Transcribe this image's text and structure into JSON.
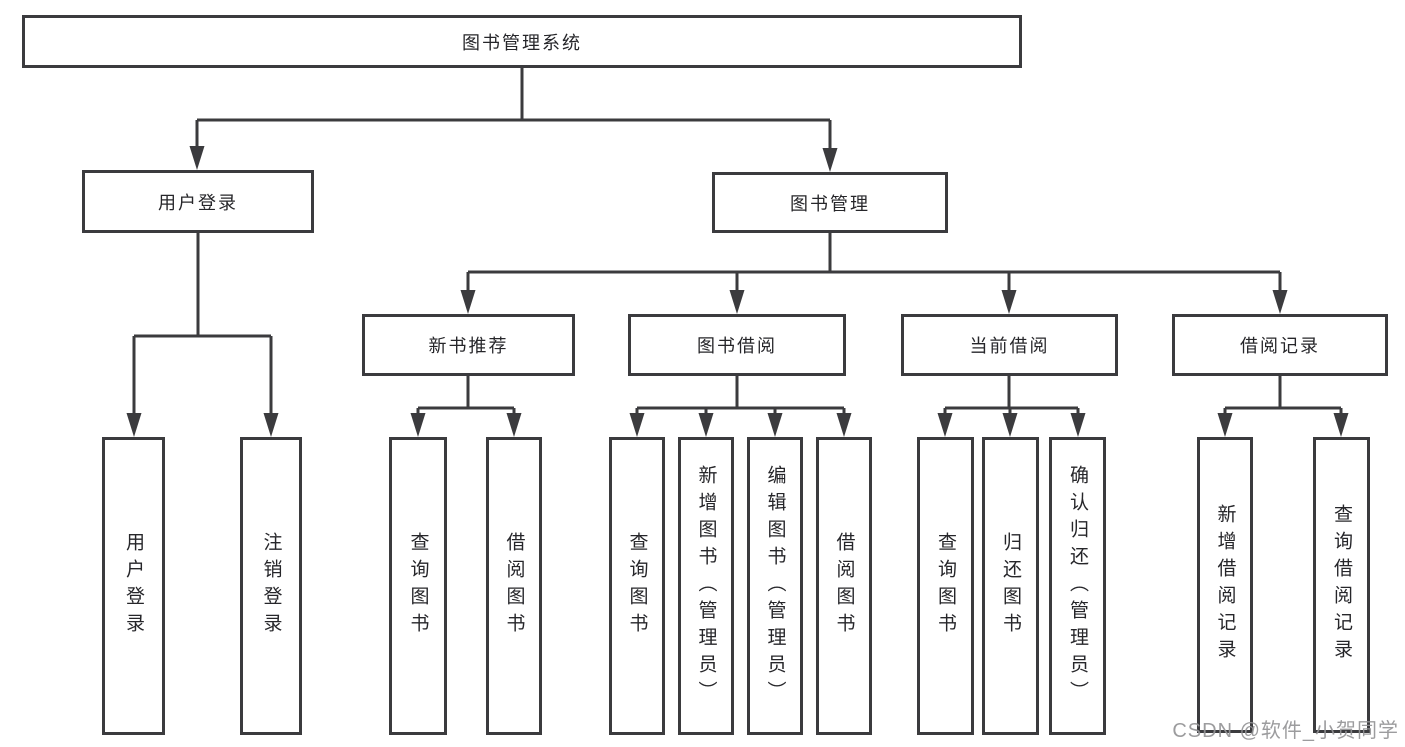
{
  "diagram": {
    "colors": {
      "line": "#3b3b3e",
      "box_border": "#3b3b3e",
      "text": "#26262a",
      "watermark": "#949496",
      "background": "#ffffff"
    },
    "watermark": "CSDN @软件_小贺同学",
    "nodes": {
      "root": {
        "label": "图书管理系统"
      },
      "user_login": {
        "label": "用户登录"
      },
      "book_mgmt": {
        "label": "图书管理"
      },
      "new_book": {
        "label": "新书推荐"
      },
      "book_borrow": {
        "label": "图书借阅"
      },
      "current_borrow": {
        "label": "当前借阅"
      },
      "borrow_record": {
        "label": "借阅记录"
      },
      "leaf_user_login": {
        "label": "用户登录"
      },
      "leaf_logout": {
        "label": "注销登录"
      },
      "leaf_nb_query": {
        "label": "查询图书"
      },
      "leaf_nb_borrow": {
        "label": "借阅图书"
      },
      "leaf_bb_query": {
        "label": "查询图书"
      },
      "leaf_bb_add": {
        "label": "新增图书（管理员）"
      },
      "leaf_bb_edit": {
        "label": "编辑图书（管理员）"
      },
      "leaf_bb_borrow": {
        "label": "借阅图书"
      },
      "leaf_cb_query": {
        "label": "查询图书"
      },
      "leaf_cb_return": {
        "label": "归还图书"
      },
      "leaf_cb_confirm": {
        "label": "确认归还（管理员）"
      },
      "leaf_br_add": {
        "label": "新增借阅记录"
      },
      "leaf_br_query": {
        "label": "查询借阅记录"
      }
    },
    "hierarchy": {
      "图书管理系统": {
        "用户登录": [
          "用户登录",
          "注销登录"
        ],
        "图书管理": {
          "新书推荐": [
            "查询图书",
            "借阅图书"
          ],
          "图书借阅": [
            "查询图书",
            "新增图书（管理员）",
            "编辑图书（管理员）",
            "借阅图书"
          ],
          "当前借阅": [
            "查询图书",
            "归还图书",
            "确认归还（管理员）"
          ],
          "借阅记录": [
            "新增借阅记录",
            "查询借阅记录"
          ]
        }
      }
    }
  }
}
